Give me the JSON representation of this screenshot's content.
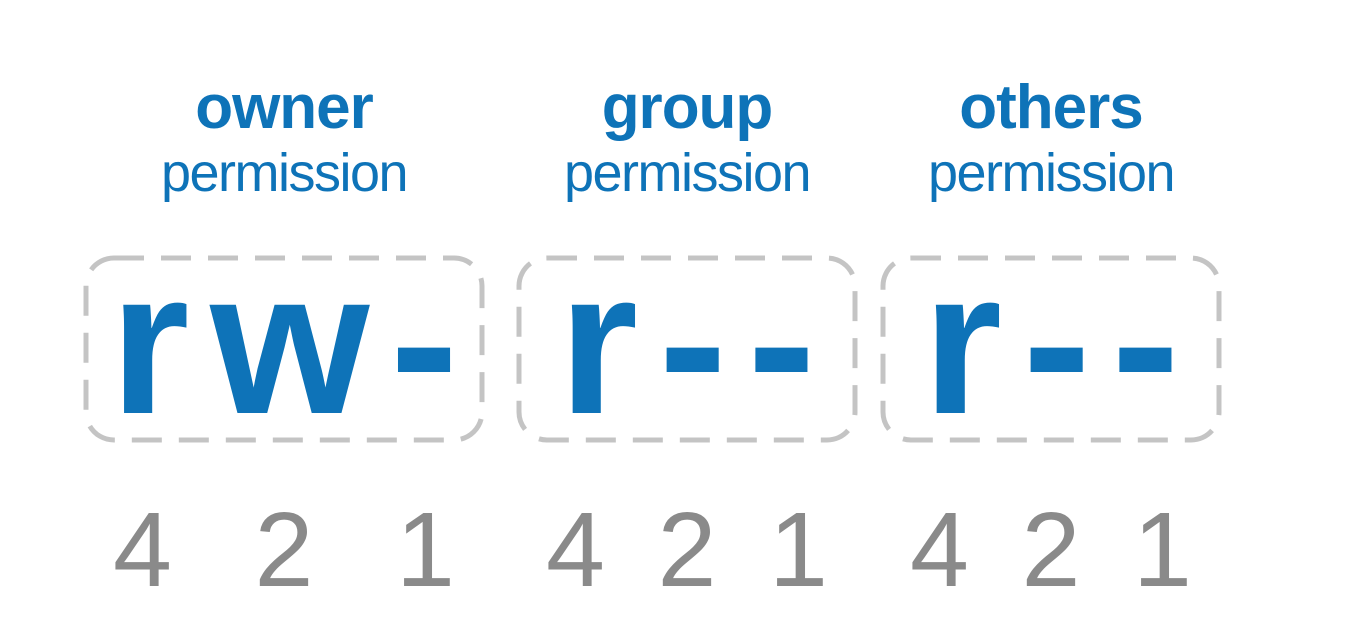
{
  "diagram": {
    "subject": "unix-file-permission-bits",
    "colors": {
      "permission_blue": "#0e73b8",
      "number_gray": "#8a8a8a",
      "dash_border_gray": "#c4c4c4",
      "background": "#ffffff"
    },
    "groups": [
      {
        "name": "owner",
        "sublabel": "permission",
        "permissions": "rw-",
        "bits": [
          "4",
          "2",
          "1"
        ]
      },
      {
        "name": "group",
        "sublabel": "permission",
        "permissions": "r--",
        "bits": [
          "4",
          "2",
          "1"
        ]
      },
      {
        "name": "others",
        "sublabel": "permission",
        "permissions": "r--",
        "bits": [
          "4",
          "2",
          "1"
        ]
      }
    ]
  }
}
